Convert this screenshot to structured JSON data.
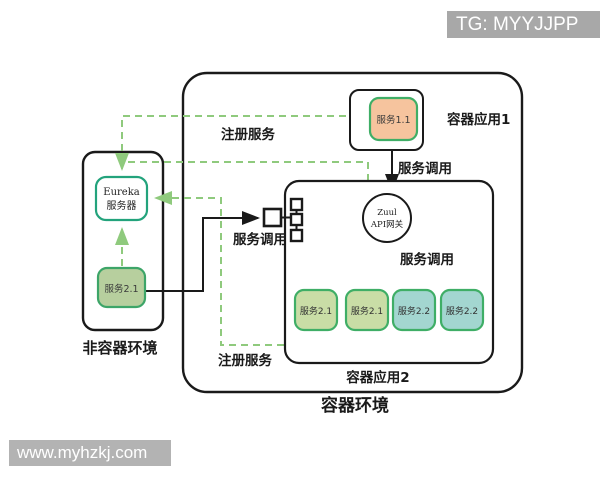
{
  "watermarks": {
    "top_right": "TG: MYYJJPP",
    "bottom_left": "www.myhzkj.com"
  },
  "environments": {
    "container": "容器环境",
    "non_container": "非容器环境"
  },
  "apps": {
    "app1": "容器应用1",
    "app2": "容器应用2"
  },
  "nodes": {
    "service11": {
      "label": "服务1.1",
      "fill": "#f6c49e"
    },
    "eureka": {
      "line1": "Eureka",
      "line2": "服务器"
    },
    "service21_standalone": {
      "label": "服务2.1",
      "fill": "#b7cf9e"
    },
    "zuul": {
      "line1": "Zuul",
      "line2": "API网关"
    },
    "services": [
      {
        "label": "服务2.1",
        "fill": "#c9dda6"
      },
      {
        "label": "服务2.1",
        "fill": "#c9dda6"
      },
      {
        "label": "服务2.2",
        "fill": "#a3d6d0"
      },
      {
        "label": "服务2.2",
        "fill": "#a3d6d0"
      }
    ]
  },
  "edge_labels": {
    "register_top": "注册服务",
    "register_bottom": "注册服务",
    "call_top": "服务调用",
    "call_mid": "服务调用",
    "call_gateway": "服务调用"
  },
  "colors": {
    "register_dash": "#8fca7d",
    "call_line": "#1a1a1a",
    "service_border": "#3fae66",
    "eureka_border": "#23a37c",
    "watermark_top_bg": "#a8a8a8",
    "watermark_bottom_bg": "#b3b3b3"
  }
}
